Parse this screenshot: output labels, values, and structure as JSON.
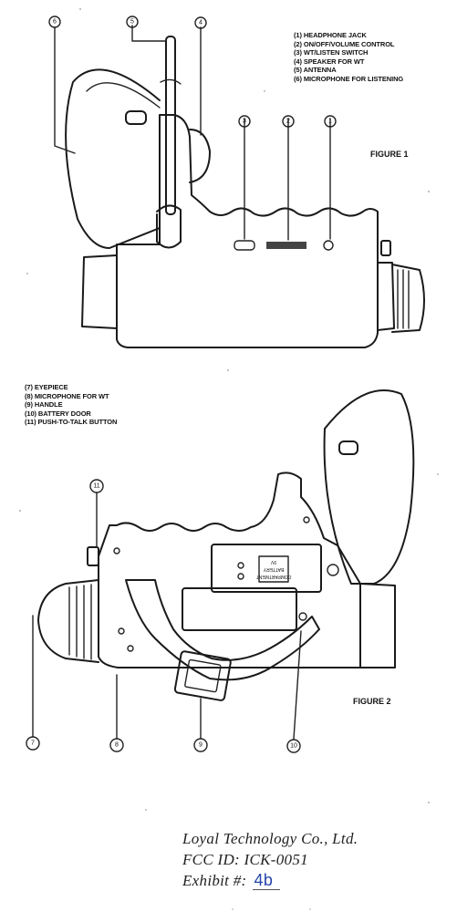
{
  "figure1": {
    "title": "FIGURE 1",
    "legend": [
      "(1) HEADPHONE JACK",
      "(2) ON/OFF/VOLUME CONTROL",
      "(3) WT/LISTEN SWITCH",
      "(4) SPEAKER FOR WT",
      "(5) ANTENNA",
      "(6) MICROPHONE FOR LISTENING"
    ],
    "callouts": [
      "1",
      "2",
      "3",
      "4",
      "5",
      "6"
    ]
  },
  "figure2": {
    "title": "FIGURE 2",
    "legend": [
      "(7) EYEPIECE",
      "(8) MICROPHONE FOR WT",
      "(9) HANDLE",
      "(10) BATTERY DOOR",
      "(11) PUSH-TO-TALK BUTTON"
    ],
    "callouts": [
      "11",
      "7",
      "8",
      "9",
      "10"
    ],
    "battery_label_lines": [
      "COMPARTMENT",
      "BATTERY",
      "9V"
    ]
  },
  "footer": {
    "company": "Loyal Technology Co., Ltd.",
    "fcc_id": "FCC ID:  ICK-0051",
    "exhibit_label": "Exhibit #:",
    "exhibit_value": "4b"
  }
}
